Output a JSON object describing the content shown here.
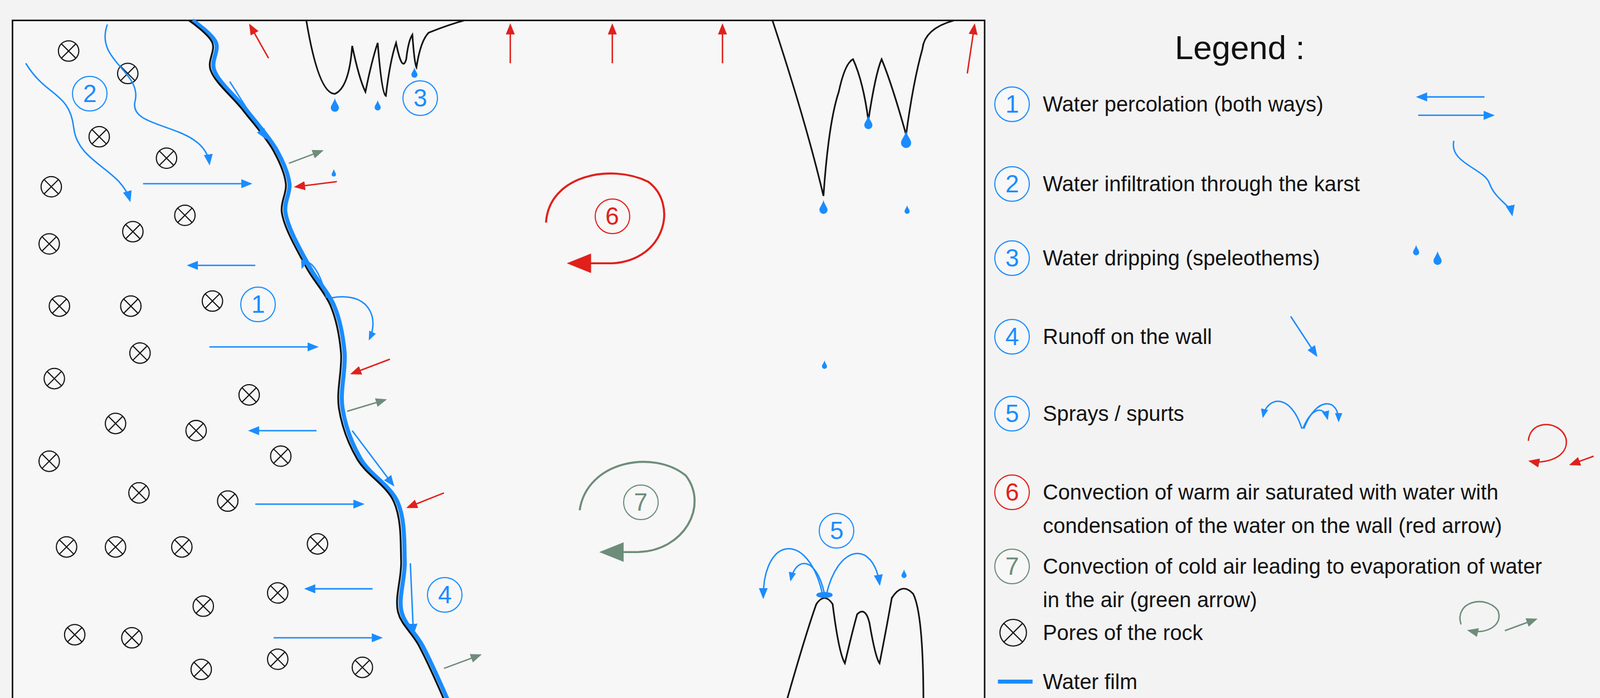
{
  "diagram": {
    "nodes": [
      {
        "text": [
          "1"
        ]
      },
      {
        "text": [
          "2"
        ]
      },
      {
        "text": [
          "3"
        ]
      },
      {
        "text": [
          "4"
        ]
      },
      {
        "text": [
          "5"
        ]
      },
      {
        "text": [
          "6"
        ]
      },
      {
        "text": [
          "7"
        ]
      },
      {
        "text": [
          "1"
        ]
      },
      {
        "text": [
          "2"
        ]
      },
      {
        "text": [
          "3"
        ]
      },
      {
        "text": [
          "4"
        ]
      },
      {
        "text": [
          "5"
        ]
      },
      {
        "text": [
          "6"
        ]
      },
      {
        "text": [
          "7"
        ]
      }
    ],
    "labels": [
      "Legend :"
    ],
    "legend": [
      {
        "text": "Water percolation (both ways)"
      },
      {
        "text": "Water infiltration through the karst"
      },
      {
        "text": "Water dripping (speleothems)"
      },
      {
        "text": "Runoff on the wall"
      },
      {
        "text": "Sprays / spurts"
      },
      {
        "text": "Convection of warm air saturated with water with condensation of the water on the wall (red arrow)"
      },
      {
        "text": "Convection of cold air leading to evaporation of water in the air (green arrow)"
      },
      {
        "text": "Pores of the rock"
      },
      {
        "text": "Water film"
      }
    ]
  }
}
